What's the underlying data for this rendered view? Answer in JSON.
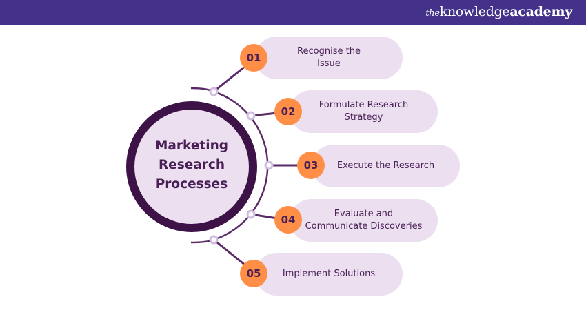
{
  "header": {
    "logo_prefix": "the",
    "logo_main": "knowledge",
    "logo_suffix": "academy",
    "background_color": "#44328a"
  },
  "center": {
    "title": "Marketing Research Processes",
    "lines": [
      "Marketing",
      "Research",
      "Processes"
    ],
    "ring_color": "#3d1247",
    "fill_color": "#ebdff0"
  },
  "steps": [
    {
      "number": "01",
      "label": "Recognise the Issue",
      "lines": [
        "Recognise the",
        "Issue"
      ]
    },
    {
      "number": "02",
      "label": "Formulate Research Strategy",
      "lines": [
        "Formulate Research",
        "Strategy"
      ]
    },
    {
      "number": "03",
      "label": "Execute the Research",
      "lines": [
        "Execute the Research"
      ]
    },
    {
      "number": "04",
      "label": "Evaluate and Communicate Discoveries",
      "lines": [
        "Evaluate and",
        "Communicate Discoveries"
      ]
    },
    {
      "number": "05",
      "label": "Implement Solutions",
      "lines": [
        "Implement Solutions"
      ]
    }
  ],
  "colors": {
    "badge": "#ff8f46",
    "pill": "#ebdff0",
    "connector": "#5a2a66",
    "text": "#4a1f56"
  }
}
